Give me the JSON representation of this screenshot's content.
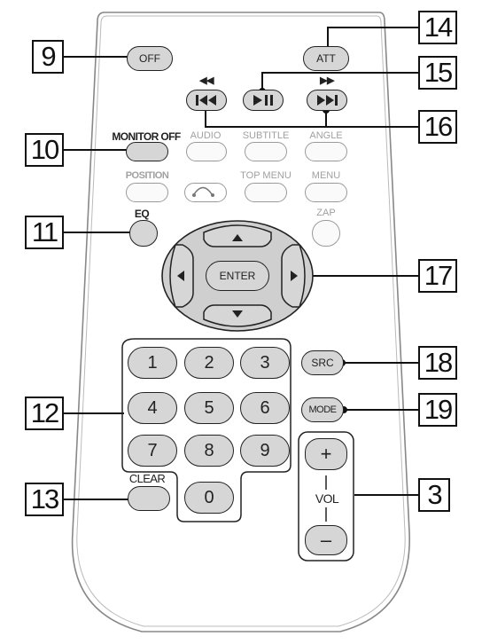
{
  "callouts": {
    "c9": "9",
    "c10": "10",
    "c11": "11",
    "c12": "12",
    "c13": "13",
    "c14": "14",
    "c15": "15",
    "c16": "16",
    "c17": "17",
    "c18": "18",
    "c19": "19",
    "c3": "3"
  },
  "buttons": {
    "off": "OFF",
    "att": "ATT",
    "monitor_off": "MONITOR OFF",
    "audio": "AUDIO",
    "subtitle": "SUBTITLE",
    "angle": "ANGLE",
    "position": "POSITION",
    "top_menu": "TOP MENU",
    "menu": "MENU",
    "eq": "EQ",
    "zap": "ZAP",
    "enter": "ENTER",
    "src": "SRC",
    "mode": "MODE",
    "clear": "CLEAR",
    "vol": "VOL",
    "vol_plus": "+",
    "vol_minus": "–"
  },
  "numbers": [
    "1",
    "2",
    "3",
    "4",
    "5",
    "6",
    "7",
    "8",
    "9",
    "0"
  ],
  "icons": {
    "prev_label": "◀◀",
    "next_label": "▶▶"
  },
  "colors": {
    "button_fill": "#d6d6d6",
    "outline": "#222222",
    "pale_text": "#a0a0a0"
  }
}
